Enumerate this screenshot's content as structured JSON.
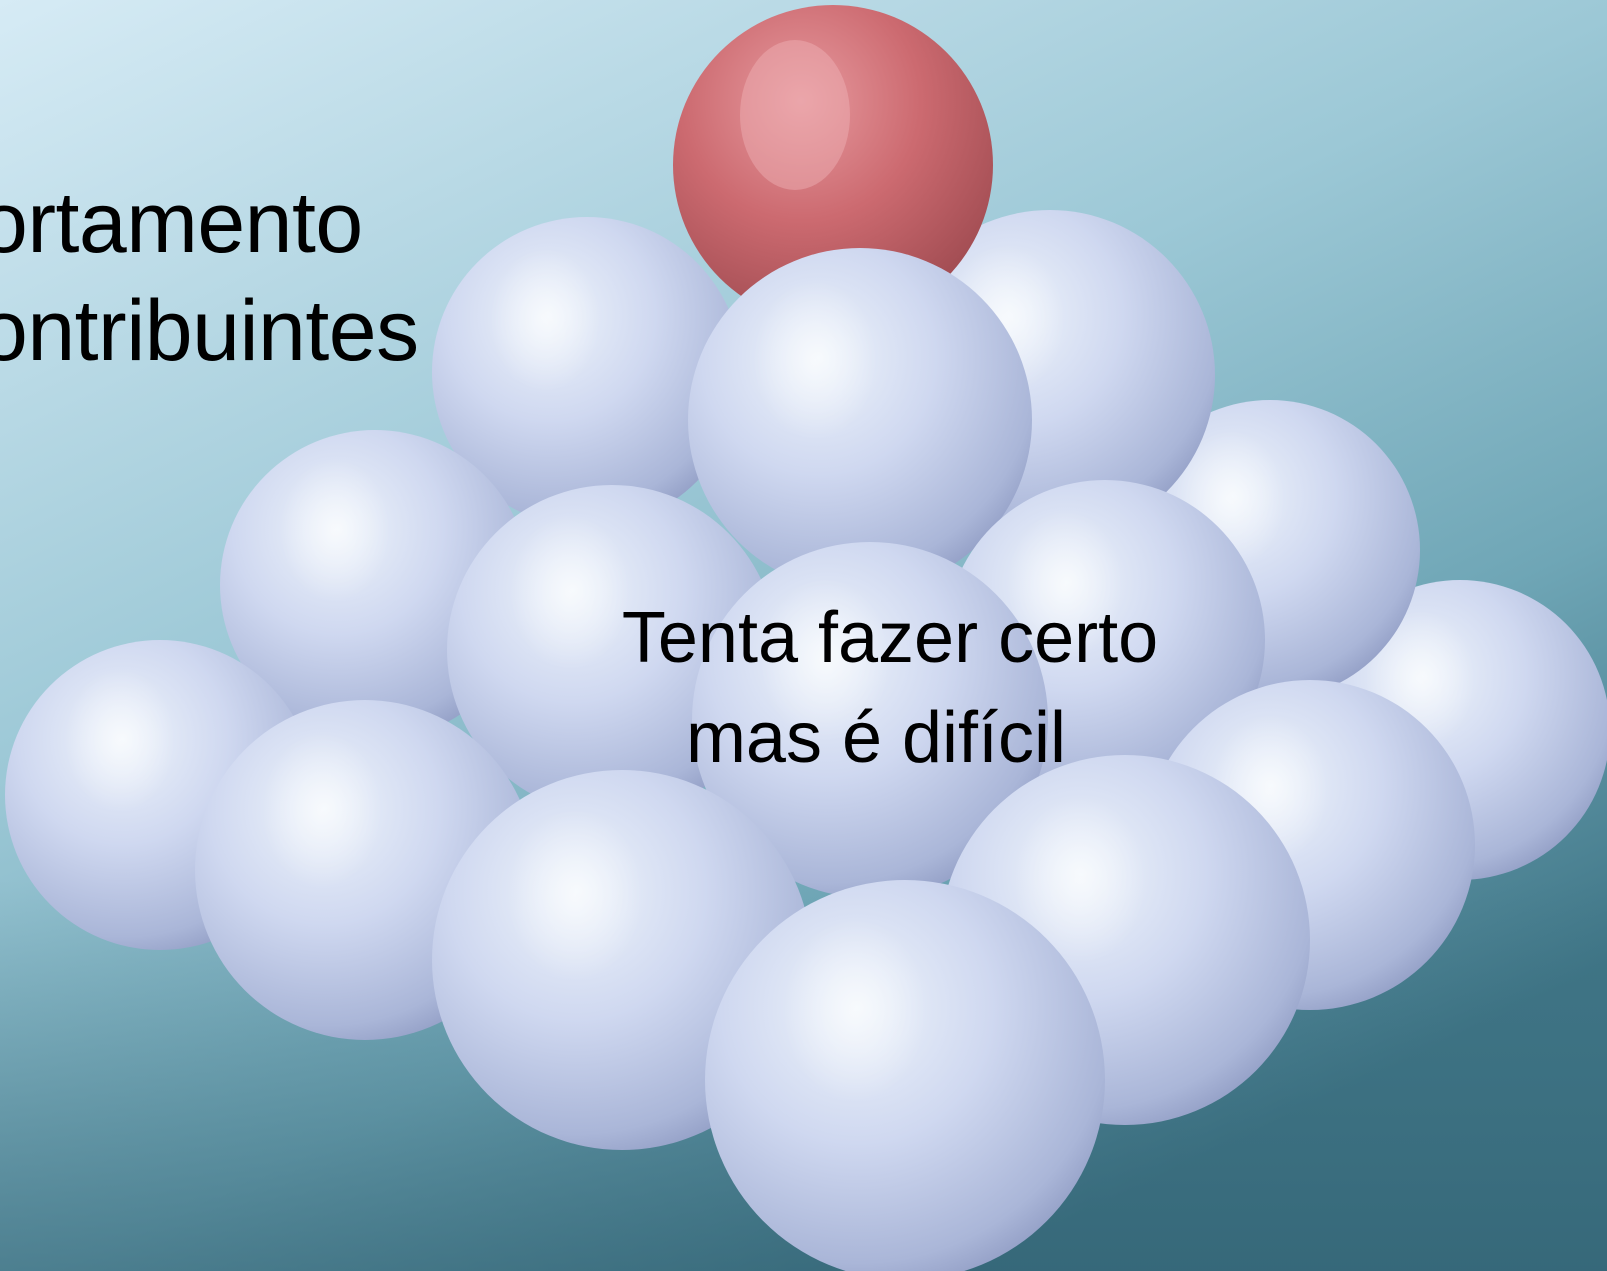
{
  "slide": {
    "title_lines": [
      "ortamento",
      "ontribuintes"
    ],
    "caption_lines": [
      "Tenta fazer certo",
      "mas é difícil"
    ]
  },
  "colors": {
    "background_top": "#cfe7f2",
    "background_bottom": "#4f8596",
    "sphere_white": "#c9d3ee",
    "sphere_red": "#c55f65",
    "text": "#000000"
  },
  "image_elements": [
    "stacked-white-spheres",
    "red-sphere-on-top"
  ]
}
